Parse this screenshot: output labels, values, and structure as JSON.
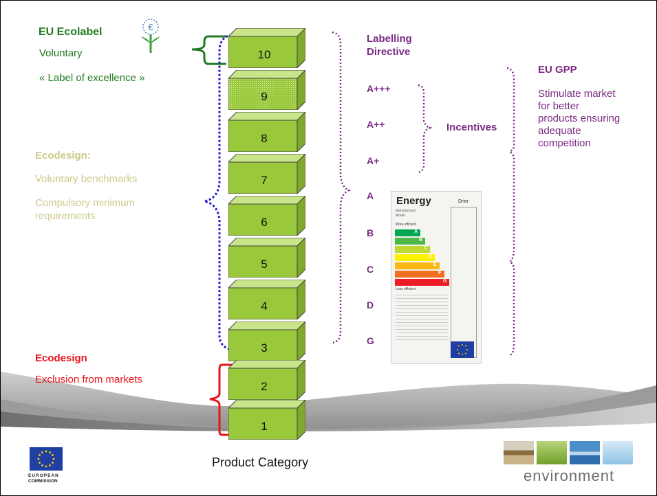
{
  "ecolabel": {
    "title": "EU Ecolabel",
    "line1": "Voluntary",
    "line2": "« Label of excellence »",
    "color": "#1f7a1f"
  },
  "ecodesign_upper": {
    "title": "Ecodesign:",
    "line1": "Voluntary benchmarks",
    "line2": "Compulsory minimum",
    "line3": "requirements",
    "color": "#d2cf8e"
  },
  "ecodesign_lower": {
    "title": "Ecodesign",
    "line1": "Exclusion from markets",
    "color": "#e8121b"
  },
  "labelling": {
    "title1": "Labelling",
    "title2": "Directive",
    "levels": [
      "A+++",
      "A++",
      "A+",
      "A",
      "B",
      "C",
      "D",
      "G"
    ],
    "color": "#7a2a83"
  },
  "incentives": {
    "label": "Incentives"
  },
  "gpp": {
    "title": "EU GPP",
    "lines": [
      "Stimulate market",
      "for better",
      "products ensuring",
      "adequate",
      "competition"
    ]
  },
  "boxes": [
    "10",
    "9",
    "8",
    "7",
    "6",
    "5",
    "4",
    "3",
    "2",
    "1"
  ],
  "box_color": "#99c83a",
  "footer": {
    "product_category": "Product Category",
    "ec_logo_line1": "EUROPEAN",
    "ec_logo_line2": "COMMISSION",
    "env_logo_text": "environment"
  },
  "energy_label": {
    "title": "Energy",
    "right_col": "Drier",
    "manufacturer": "Manufacturer",
    "model": "Model",
    "more_efficient": "More efficient",
    "less_efficient": "Less efficient",
    "bar_letters": [
      "A",
      "B",
      "C",
      "D",
      "E",
      "F",
      "G"
    ],
    "bar_colors": [
      "#00a650",
      "#4cb848",
      "#bfd730",
      "#fff200",
      "#fdb913",
      "#f37021",
      "#ed1c24"
    ]
  }
}
